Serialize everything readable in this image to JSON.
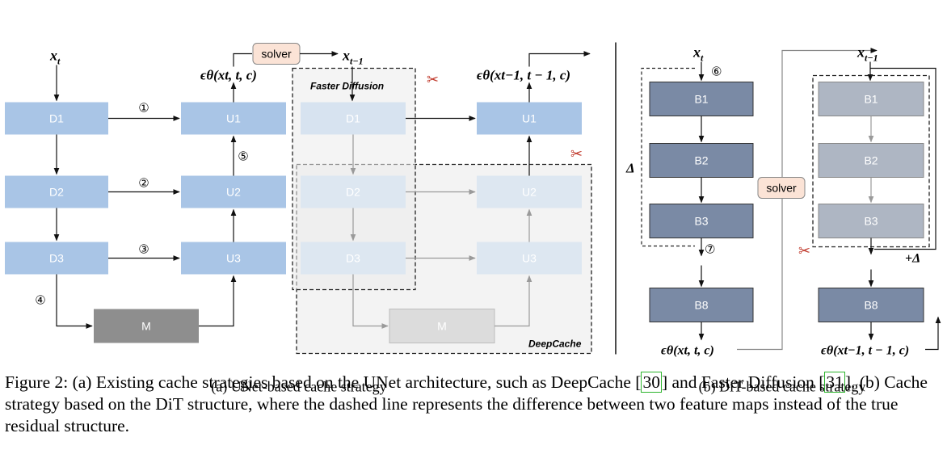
{
  "unet": {
    "down_blocks": [
      "D1",
      "D2",
      "D3"
    ],
    "up_blocks": [
      "U1",
      "U2",
      "U3"
    ],
    "middle_block": "M",
    "input_label": "x",
    "input_sub": "t",
    "output_label": "ϵθ(xt, t, c)",
    "solver_label": "solver",
    "markers": [
      "①",
      "②",
      "③",
      "④",
      "⑤"
    ]
  },
  "cached_unet": {
    "down_blocks": [
      "D1",
      "D2",
      "D3"
    ],
    "up_blocks": [
      "U1",
      "U2",
      "U3"
    ],
    "middle_block": "M",
    "input_label": "x",
    "input_sub": "t−1",
    "output_label": "ϵθ(xt−1, t − 1, c)",
    "faster_diffusion_label": "Faster Diffusion",
    "deepcache_label": "DeepCache"
  },
  "dit": {
    "left_blocks": [
      "B1",
      "B2",
      "B3",
      "B8"
    ],
    "right_blocks": [
      "B1",
      "B2",
      "B3",
      "B8"
    ],
    "input_left": "x",
    "input_left_sub": "t",
    "input_right": "x",
    "input_right_sub": "t−1",
    "output_left": "ϵθ(xt, t, c)",
    "output_right": "ϵθ(xt−1, t − 1, c)",
    "delta_label": "Δ",
    "plus_delta_label": "+Δ",
    "solver_label": "solver",
    "markers": [
      "⑥",
      "⑦"
    ]
  },
  "subcaptions": {
    "a": "(a) UNet-based cache strategy",
    "b": "(b) DiT-based cache strategy"
  },
  "caption": {
    "part1": "Figure 2: (a) Existing cache strategies based on the UNet architecture, such as DeepCache [",
    "ref1": "30",
    "part2": "] and Faster Diffusion [",
    "ref2": "31",
    "part3": "]. (b) Cache strategy based on the DiT structure, where the dashed line represents the difference between two feature maps instead of the true residual structure."
  },
  "colors": {
    "unet_block": "#a9c5e6",
    "middle_block": "#8e8e8e",
    "faded_block": "#dde7f1",
    "faded_middle": "#dcdcdc",
    "dit_block": "#7a8aa5",
    "dit_faded": "#aeb6c3",
    "solver_fill": "#fbe3d6",
    "region_fill": "#f3f3f3"
  }
}
